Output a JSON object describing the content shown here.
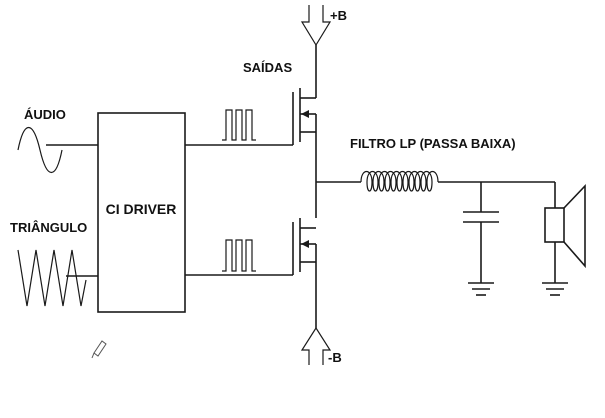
{
  "labels": {
    "supply_positive": "+B",
    "supply_negative": "-B",
    "outputs": "SAÍDAS",
    "filter": "FILTRO LP (PASSA BAIXA)",
    "audio": "ÁUDIO",
    "triangle": "TRIÂNGULO",
    "driver": "CI DRIVER"
  },
  "colors": {
    "line": "#1a1a1a",
    "background": "#ffffff"
  },
  "icons": {
    "cursor": "pencil-icon"
  }
}
